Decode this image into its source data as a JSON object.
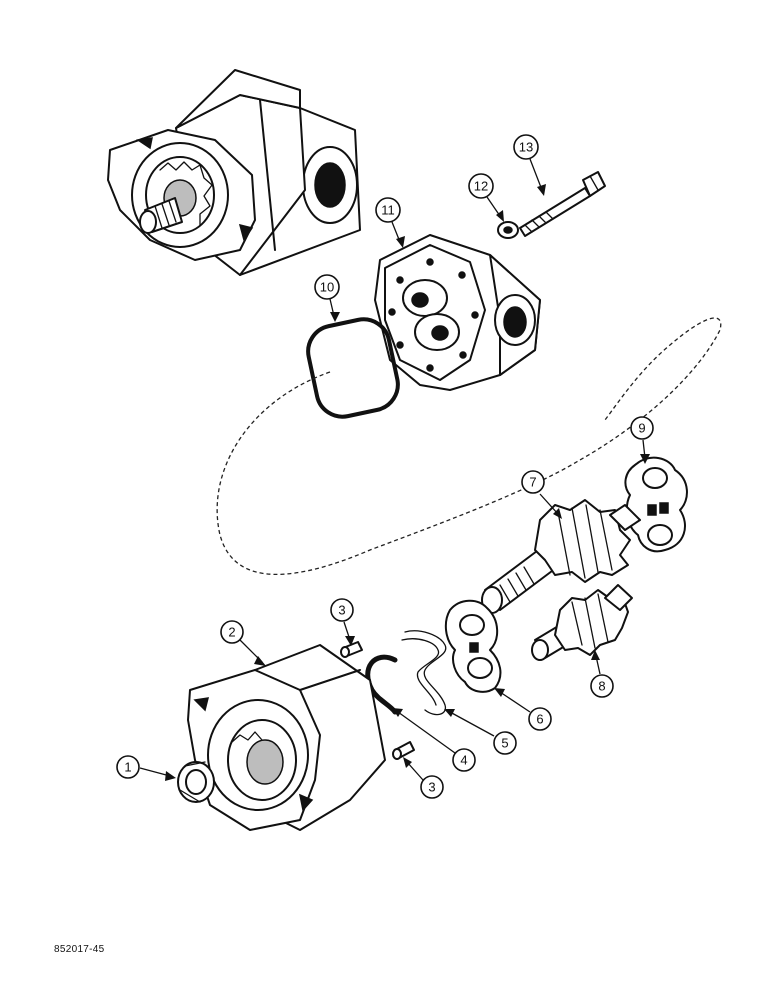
{
  "callouts": [
    {
      "id": "c1",
      "label": "1"
    },
    {
      "id": "c2",
      "label": "2"
    },
    {
      "id": "c3a",
      "label": "3"
    },
    {
      "id": "c3b",
      "label": "3"
    },
    {
      "id": "c4",
      "label": "4"
    },
    {
      "id": "c5",
      "label": "5"
    },
    {
      "id": "c6",
      "label": "6"
    },
    {
      "id": "c7",
      "label": "7"
    },
    {
      "id": "c8",
      "label": "8"
    },
    {
      "id": "c9",
      "label": "9"
    },
    {
      "id": "c10",
      "label": "10"
    },
    {
      "id": "c11",
      "label": "11"
    },
    {
      "id": "c12",
      "label": "12"
    },
    {
      "id": "c13",
      "label": "13"
    }
  ],
  "footer": {
    "reference": "852017-45"
  }
}
